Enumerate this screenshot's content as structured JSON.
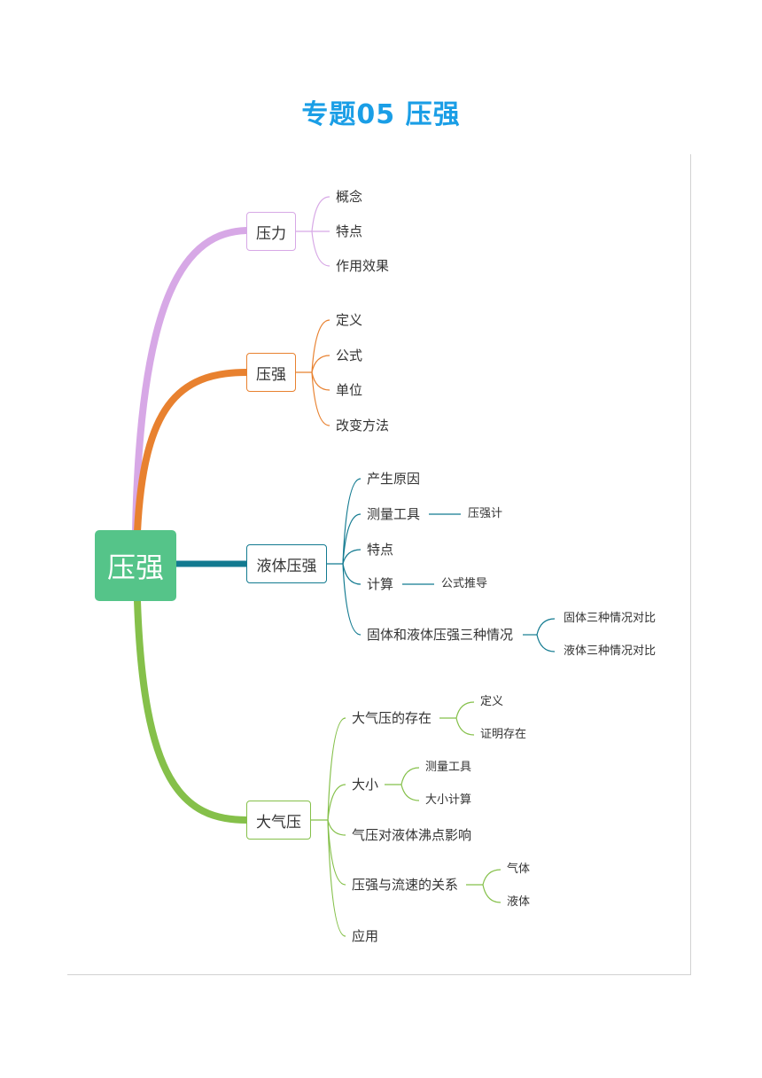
{
  "title": "专题05 压强",
  "root": "压强",
  "colors": {
    "title": "#1a9ee6",
    "root": "#55c489",
    "branch1": "#d7a8e6",
    "branch2": "#e8812f",
    "branch3": "#127a90",
    "branch4": "#85c04a"
  },
  "branches": [
    {
      "label": "压力",
      "children": [
        "概念",
        "特点",
        "作用效果"
      ]
    },
    {
      "label": "压强",
      "children": [
        "定义",
        "公式",
        "单位",
        "改变方法"
      ]
    },
    {
      "label": "液体压强",
      "children": [
        "产生原因",
        "测量工具",
        "特点",
        "计算",
        "固体和液体压强三种情况"
      ],
      "subs": {
        "measure": [
          "压强计"
        ],
        "calc": [
          "公式推导"
        ],
        "compare": [
          "固体三种情况对比",
          "液体三种情况对比"
        ]
      }
    },
    {
      "label": "大气压",
      "children": [
        "大气压的存在",
        "大小",
        "气压对液体沸点影响",
        "压强与流速的关系",
        "应用"
      ],
      "subs": {
        "existence": [
          "定义",
          "证明存在"
        ],
        "size": [
          "测量工具",
          "大小计算"
        ],
        "flow": [
          "气体",
          "液体"
        ]
      }
    }
  ]
}
